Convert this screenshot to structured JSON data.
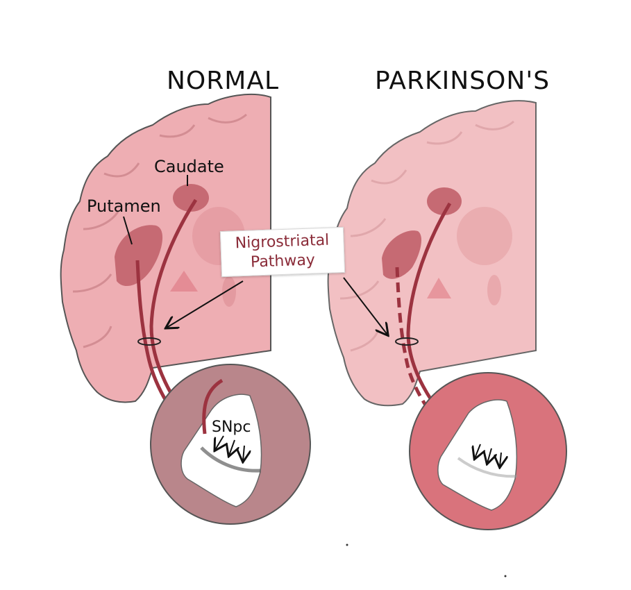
{
  "titles": {
    "normal": "NORMAL",
    "parkinsons": "PARKINSON'S"
  },
  "labels": {
    "caudate": "Caudate",
    "putamen": "Putamen",
    "snpc": "SNpc",
    "pathway_line1": "Nigrostriatal",
    "pathway_line2": "Pathway"
  },
  "colors": {
    "brain": "#eeaeb3",
    "brain_outline": "#555555",
    "nucleus": "#c66a73",
    "pathway": "#9c3340",
    "normal_circle": "#b9868b",
    "parkinsons_circle": "#d9737c",
    "label_text": "#8a2b38"
  }
}
